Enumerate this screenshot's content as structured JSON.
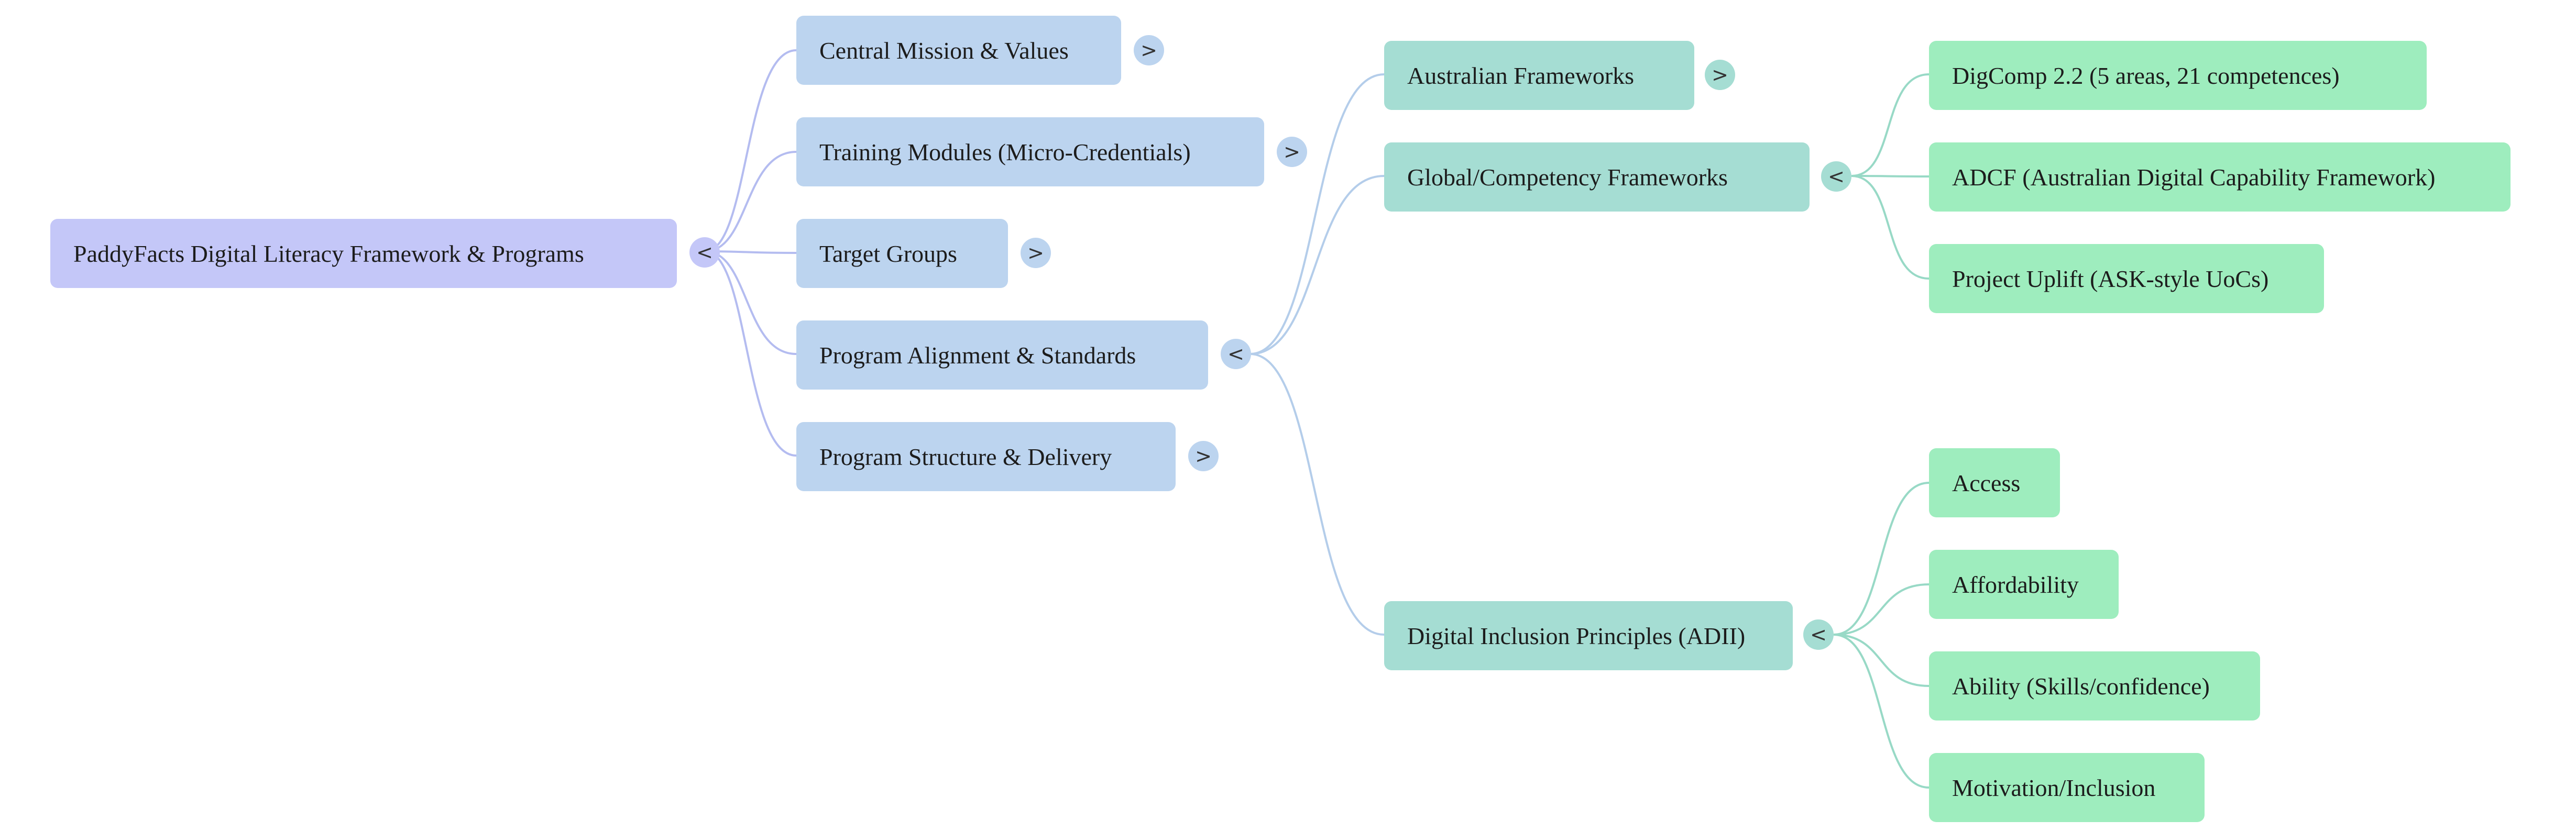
{
  "mindmap": {
    "root": {
      "label": "PaddyFacts Digital Literacy Framework & Programs",
      "toggle": "<",
      "color": "#c4c7f8"
    },
    "branches": [
      {
        "label": "Central Mission & Values",
        "toggle": ">",
        "color": "#bcd4ef"
      },
      {
        "label": "Training Modules (Micro-Credentials)",
        "toggle": ">",
        "color": "#bcd4ef"
      },
      {
        "label": "Target Groups",
        "toggle": ">",
        "color": "#bcd4ef"
      },
      {
        "label": "Program Alignment & Standards",
        "toggle": "<",
        "color": "#bcd4ef"
      },
      {
        "label": "Program Structure & Delivery",
        "toggle": ">",
        "color": "#bcd4ef"
      }
    ],
    "alignment_children": [
      {
        "label": "Australian Frameworks",
        "toggle": ">",
        "color": "#a5ddd3"
      },
      {
        "label": "Global/Competency Frameworks",
        "toggle": "<",
        "color": "#a5ddd3"
      },
      {
        "label": "Digital Inclusion Principles (ADII)",
        "toggle": "<",
        "color": "#a5ddd3"
      }
    ],
    "global_children": [
      {
        "label": "DigComp 2.2 (5 areas, 21 competences)",
        "color": "#9eedbe"
      },
      {
        "label": "ADCF (Australian Digital Capability Framework)",
        "color": "#9eedbe"
      },
      {
        "label": "Project Uplift (ASK-style UoCs)",
        "color": "#9eedbe"
      }
    ],
    "inclusion_children": [
      {
        "label": "Access",
        "color": "#9eedbe"
      },
      {
        "label": "Affordability",
        "color": "#9eedbe"
      },
      {
        "label": "Ability (Skills/confidence)",
        "color": "#9eedbe"
      },
      {
        "label": "Motivation/Inclusion",
        "color": "#9eedbe"
      }
    ],
    "link_colors": {
      "level_1": "#b4bcf0",
      "level_2": "#b4cdea",
      "level_3": "#98d9c6"
    }
  }
}
